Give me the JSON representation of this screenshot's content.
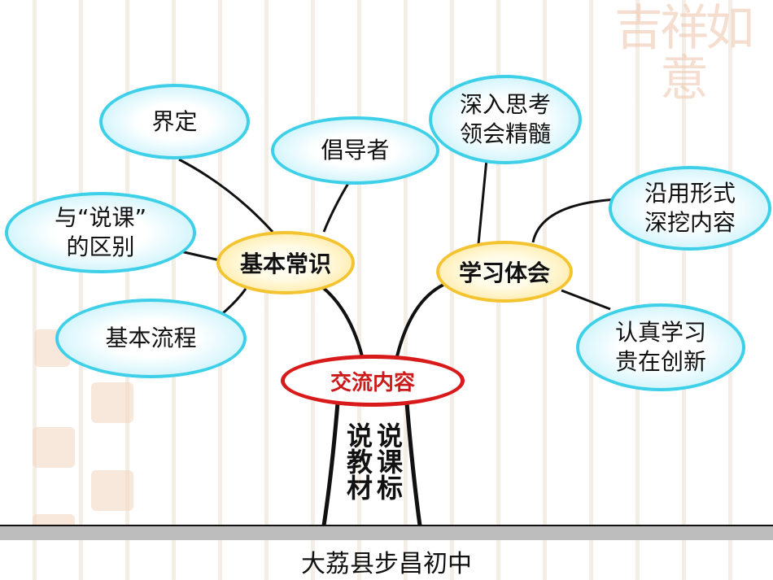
{
  "brand_watermark": "吉祥如意",
  "center_node": "交流内容",
  "trunk": {
    "left_column": "说教材",
    "right_column": "说课标"
  },
  "left_branch": {
    "hub": "基本常识",
    "leaves": [
      {
        "lines": [
          "界定"
        ]
      },
      {
        "lines": [
          "倡导者"
        ]
      },
      {
        "lines": [
          "与“说课”",
          "的区别"
        ]
      },
      {
        "lines": [
          "基本流程"
        ]
      }
    ]
  },
  "right_branch": {
    "hub": "学习体会",
    "leaves": [
      {
        "lines": [
          "深入思考",
          "领会精髓"
        ]
      },
      {
        "lines": [
          "沿用形式",
          "深挖内容"
        ]
      },
      {
        "lines": [
          "认真学习",
          "贵在创新"
        ]
      }
    ]
  },
  "footer_text": "大荔县步昌初中",
  "colors": {
    "leaf_border": "#3dd0e8",
    "hub_border": "#f4c430",
    "center_border": "#d91a1a",
    "center_text": "#cc1a1a"
  }
}
